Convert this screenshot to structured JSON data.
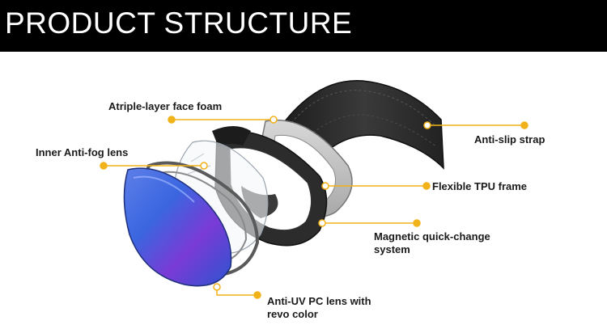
{
  "header": {
    "title": "PRODUCT STRUCTURE"
  },
  "colors": {
    "header_bg": "#000000",
    "header_text": "#ffffff",
    "accent": "#f2b21a",
    "lens_blue": "#3a66e0",
    "lens_purple": "#8a3ad6",
    "frame_gray": "#b8b8b8",
    "strap_dark": "#2a2a2a"
  },
  "callouts": {
    "face_foam": "Atriple-layer face foam",
    "inner_lens": "Inner Anti-fog lens",
    "strap": "Anti-slip strap",
    "tpu_frame": "Flexible TPU frame",
    "magnetic_line1": "Magnetic quick-change",
    "magnetic_line2": "system",
    "pc_lens_line1": "Anti-UV PC lens with",
    "pc_lens_line2": "revo color"
  }
}
